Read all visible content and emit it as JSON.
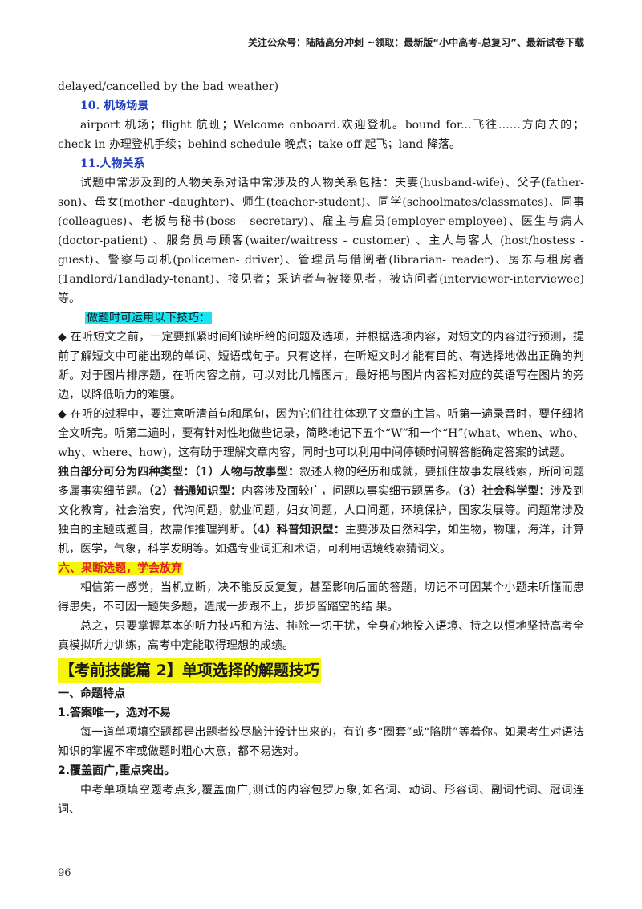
{
  "header": {
    "text": "关注公众号：陆陆高分冲刺 ~领取：最新版“小中高考-总复习”、最新试卷下载"
  },
  "page_number": "96",
  "paragraphs": {
    "p1": "delayed/cancelled by the bad weather)",
    "h10": "10. 机场场景",
    "p2": "airport 机场；flight 航班；Welcome onboard.欢迎登机。bound for...飞往……方向去的；check in 办理登机手续；behind schedule 晚点；take off 起飞；land 降落。",
    "h11": "11.人物关系",
    "p3": "试题中常涉及到的人物关系对话中常涉及的人物关系包括：夫妻(husband-wife)、父子(father- son)、母女(mother -daughter)、师生(teacher-student)、同学(schoolmates/classmates)、同事(colleagues)、老板与秘书(boss - secretary)、雇主与雇员(employer-employee)、医生与病人 (doctor-patient) 、服务员与顾客(waiter/waitress - customer) 、主人与客人 (host/hostess - guest)、警察与司机(policemen- driver)、管理员与借阅者(librarian- reader)、房东与租房者(1andlord/1andlady-tenant)、接见者；采访者与被接见者，被访问者(interviewer-interviewee) 等。",
    "tip_head": "做题时可运用以下技巧：",
    "b1": "◆ 在听短文之前，一定要抓紧时间细读所给的问题及选项，并根据选项内容，对短文的内容进行预测，提前了解短文中可能出现的单词、短语或句子。只有这样，在听短文时才能有目的、有选择地做出正确的判断。对于图片排序题，在听内容之前，可以对比几幅图片，最好把与图片内容相对应的英语写在图片的旁边，以降低听力的难度。",
    "b2": "◆ 在听的过程中，要注意听清首句和尾句，因为它们往往体现了文章的主旨。听第一遍录音时，要仔细将全文听完。听第二遍时，要有针对性地做些记录，简略地记下五个“W”和一个“H”(what、when、who、why、where、how)，这有助于理解文章内容，同时也可以利用中间停顿时间解答能确定答案的试题。",
    "mono_a": "独白部分可分为四种类型：（1）人物与故事型：",
    "mono_b": "叙述人物的经历和成就，要抓住故事发展线索，所问问题多属事实细节题。",
    "mono_c": "（2）普通知识型：",
    "mono_d": "内容涉及面较广，问题以事实细节题居多。",
    "mono_e": "（3）社会科学型：",
    "mono_f": "涉及到文化教育，社会治安，代沟问题，就业问题，妇女问题，人口问题，环境保护，国家发展等。问题常涉及独白的主题或题目，故需作推理判断。",
    "mono_g": "（4）科普知识型：",
    "mono_h": "主要涉及自然科学，如生物，物理，海洋，计算机，医学，气象，科学发明等。如遇专业词汇和术语，可利用语境线索猜词义。",
    "six_head": "六、果断选题，学会放弃",
    "p4": "相信第一感觉，当机立断，决不能反反复复，甚至影响后面的答题，切记不可因某个小题未听懂而患得患失，不可因一题失多题，造成一步跟不上，步步皆踏空的结 果。",
    "p5": "总之，只要掌握基本的听力技巧和方法、排除一切干扰，全身心地投入语境、持之以恒地坚持高考全真模拟听力训练，高考中定能取得理想的成绩。"
  },
  "section2": {
    "title": "【考前技能篇 2】单项选择的解题技巧",
    "h_one": "一、命题特点",
    "h_1": "1.答案唯一，选对不易",
    "p_1": "每一道单项填空题都是出题者绞尽脑汁设计出来的，有许多“圈套”或“陷阱”等着你。如果考生对语法知识的掌握不牢或做题时粗心大意，都不易选对。",
    "h_2": "2.覆盖面广,重点突出。",
    "p_2": "中考单项填空题考点多,覆盖面广,测试的内容包罗万象,如名词、动词、形容词、副词代词、冠词连词、"
  },
  "colors": {
    "heading_blue": "#1f3fbf",
    "highlight_cyan": "#19e3f0",
    "highlight_yellow": "#f5f50a",
    "heading_red": "#e02020"
  }
}
